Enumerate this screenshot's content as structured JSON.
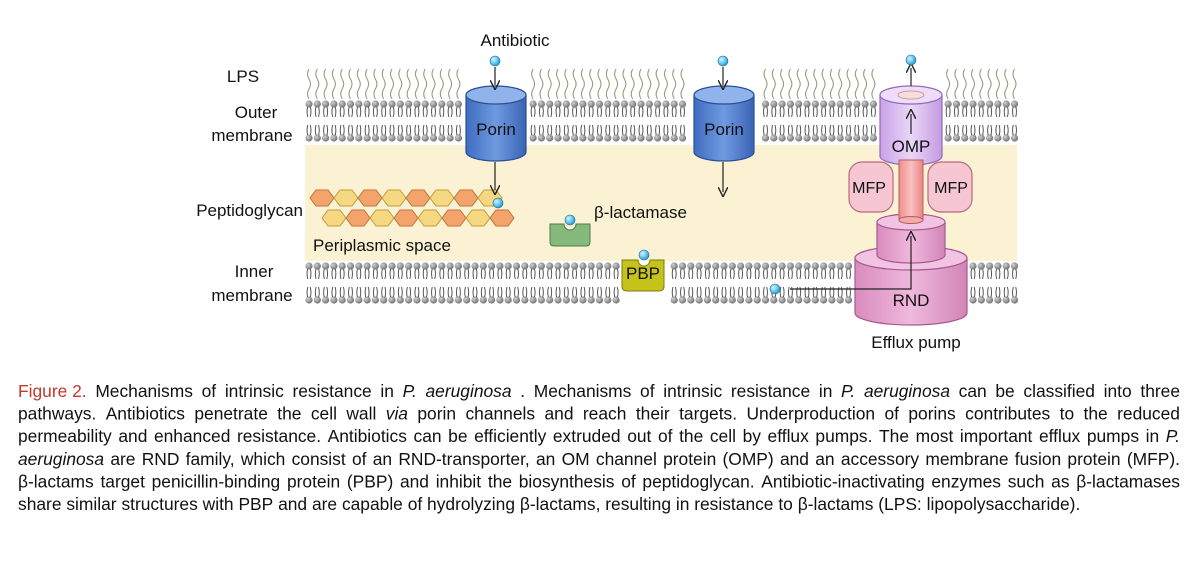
{
  "diagram": {
    "labels": {
      "antibiotic": "Antibiotic",
      "lps": "LPS",
      "outer_membrane_l1": "Outer",
      "outer_membrane_l2": "membrane",
      "peptidoglycan": "Peptidoglycan",
      "periplasmic_space": "Periplasmic space",
      "inner_membrane_l1": "Inner",
      "inner_membrane_l2": "membrane",
      "porin": "Porin",
      "beta_lactamase": "β-lactamase",
      "pbp": "PBP",
      "omp": "OMP",
      "mfp": "MFP",
      "rnd": "RND",
      "efflux_pump": "Efflux pump"
    },
    "colors": {
      "periplasm": "#fbf2d3",
      "porin": "#4f7fcf",
      "omp": "#d7b6ee",
      "mfp": "#f6c6d2",
      "rnd": "#e39ccb",
      "pbp": "#c6c21c",
      "beta_lactamase": "#86b97c",
      "antibiotic": "#5cc4ef"
    }
  },
  "caption": {
    "figure_label": "Figure 2.",
    "segments": [
      {
        "t": " Mechanisms of intrinsic resistance in ",
        "i": false
      },
      {
        "t": "P. aeruginosa",
        "i": true
      },
      {
        "t": ". Mechanisms of intrinsic resistance in ",
        "i": false
      },
      {
        "t": "P. aeruginosa",
        "i": true
      },
      {
        "t": " can be classified into three pathways. Antibiotics penetrate the cell wall ",
        "i": false
      },
      {
        "t": "via",
        "i": true
      },
      {
        "t": " porin channels and reach their targets. Underproduction of porins contributes to the reduced permeability and enhanced resistance. Antibiotics can be efficiently extruded out of the cell by efflux pumps. The most important efflux pumps in ",
        "i": false
      },
      {
        "t": "P. aeruginosa",
        "i": true
      },
      {
        "t": " are RND family, which consist of an RND-transporter, an OM channel protein (OMP) and an accessory membrane fusion protein (MFP). β-lactams target penicillin-binding protein (PBP) and inhibit the biosynthesis of peptidoglycan. Antibiotic-inactivating enzymes such as β-lactamases share similar structures with PBP and are capable of hydrolyzing β-lactams, resulting in resistance to β-lactams (LPS: lipopolysaccharide).",
        "i": false
      }
    ]
  }
}
